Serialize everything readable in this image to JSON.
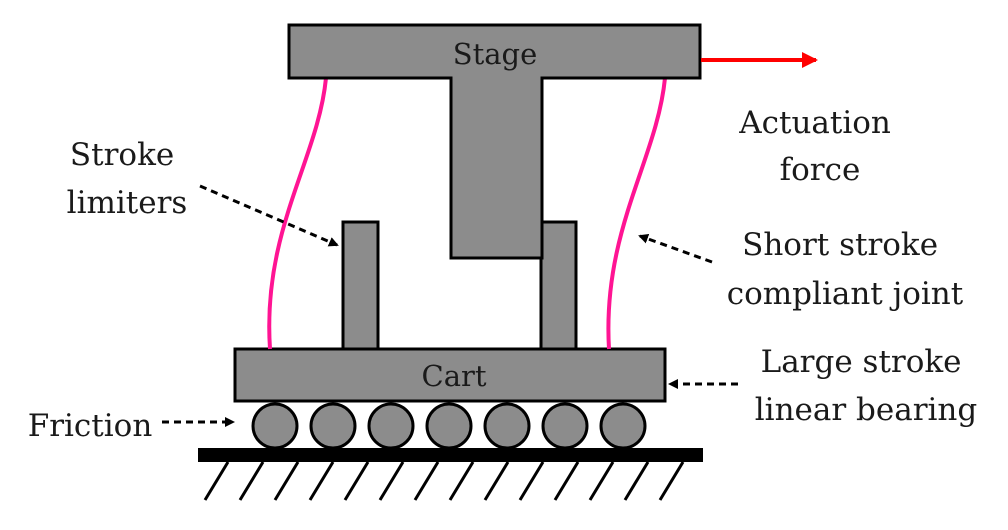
{
  "parts": {
    "stage": "Stage",
    "cart": "Cart"
  },
  "labels": {
    "actuation": [
      "Actuation",
      "force"
    ],
    "stroke_limiters": [
      "Stroke",
      "limiters"
    ],
    "compliant_joint": [
      "Short stroke",
      "compliant joint"
    ],
    "linear_bearing": [
      "Large stroke",
      "linear bearing"
    ],
    "friction": "Friction"
  },
  "colors": {
    "body_fill": "#8c8c8c",
    "spring": "#ff1493",
    "actuation_arrow": "#ff0000"
  }
}
